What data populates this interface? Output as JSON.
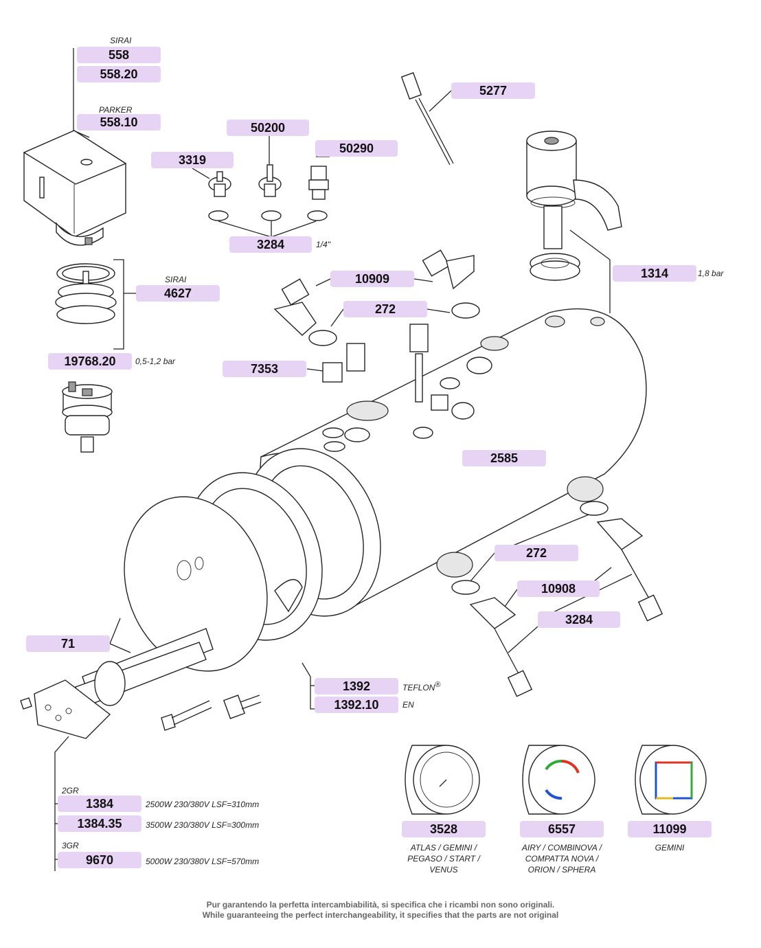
{
  "labels": {
    "l558": "558",
    "l55820": "558.20",
    "l55810": "558.10",
    "l50200": "50200",
    "l50290": "50290",
    "l3319": "3319",
    "l3284a": "3284",
    "l5277": "5277",
    "l1314": "1314",
    "l4627": "4627",
    "l10909": "10909",
    "l272a": "272",
    "l1976820": "19768.20",
    "l7353": "7353",
    "l2585": "2585",
    "l272b": "272",
    "l10908": "10908",
    "l3284b": "3284",
    "l71": "71",
    "l1392": "1392",
    "l139210": "1392.10",
    "l1384": "1384",
    "l138435": "1384.35",
    "l9670": "9670",
    "l3528": "3528",
    "l6557": "6557",
    "l11099": "11099"
  },
  "brands": {
    "sirai_top": "SIRAI",
    "parker": "PARKER",
    "sirai_mid": "SIRAI",
    "gr2": "2GR",
    "gr3": "3GR"
  },
  "notes": {
    "quarter": "1/4\"",
    "bar18": "1,8 bar",
    "bar0512": "0,5-1,2 bar",
    "teflon": "TEFLON",
    "teflon_mark": "®",
    "en": "EN",
    "r1384": "2500W 230/380V LSF=310mm",
    "r138435": "3500W 230/380V LSF=300mm",
    "r9670": "5000W 230/380V LSF=570mm"
  },
  "gauges": {
    "g3528": [
      "ATLAS / GEMINI /",
      "PEGASO / START /",
      "VENUS"
    ],
    "g6557": [
      "AIRY / COMBINOVA /",
      "COMPATTA NOVA /",
      "ORION / SPHERA"
    ],
    "g11099": [
      "GEMINI"
    ]
  },
  "footer": {
    "line_it": "Pur garantendo la perfetta intercambiabilità, si specifica che i ricambi non sono originali.",
    "line_en": "While guaranteeing the perfect interchangeability, it specifies that the parts are not original"
  },
  "colors": {
    "label_bg": "#e7d3f4"
  }
}
